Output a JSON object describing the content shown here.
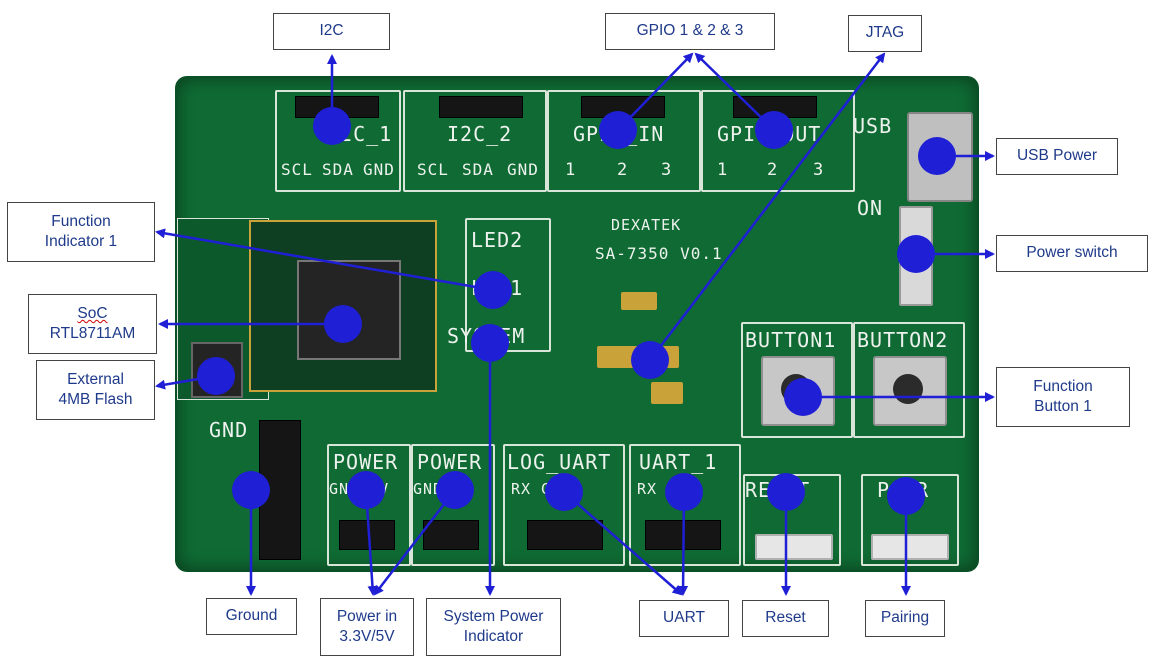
{
  "board": {
    "brand": "DEXATEK",
    "model": "SA-7350 V0.1",
    "silkscreen": {
      "i2c_1": "I2C_1",
      "i2c_2": "I2C_2",
      "gpio_in": "GPIO_IN",
      "gpio_out": "GPIO_OUT",
      "scl": "SCL",
      "sda": "SDA",
      "gnd": "GND",
      "n1": "1",
      "n2": "2",
      "n3": "3",
      "usb": "USB",
      "on": "ON",
      "led2": "LED2",
      "led1": "LED1",
      "system": "SYSTEM",
      "button1": "BUTTON1",
      "button2": "BUTTON2",
      "gnd_big": "GND",
      "power": "POWER",
      "gnd_v": "GND 5V",
      "log_uart": "LOG_UART",
      "uart_1": "UART_1",
      "rx_gnd": "RX GND",
      "reset": "RESET",
      "pair": "PAIR"
    }
  },
  "callouts": {
    "i2c": "I2C",
    "gpio": "GPIO 1 & 2 & 3",
    "jtag": "JTAG",
    "usb_power": "USB  Power",
    "power_switch": "Power switch",
    "function_indicator": "Function\nIndicator 1",
    "soc_line1": "SoC",
    "soc_line2": "RTL8711AM",
    "external_flash": "External\n4MB Flash",
    "function_button": "Function\nButton 1",
    "ground": "Ground",
    "power_in": "Power in\n3.3V/5V",
    "system_power": "System Power\nIndicator",
    "uart": "UART",
    "reset": "Reset",
    "pairing": "Pairing"
  },
  "colors": {
    "marker": "#1f1fd6",
    "arrow": "#1f1fd6",
    "callout_text": "#1f3a8a",
    "pcb": "#0f6b33"
  }
}
